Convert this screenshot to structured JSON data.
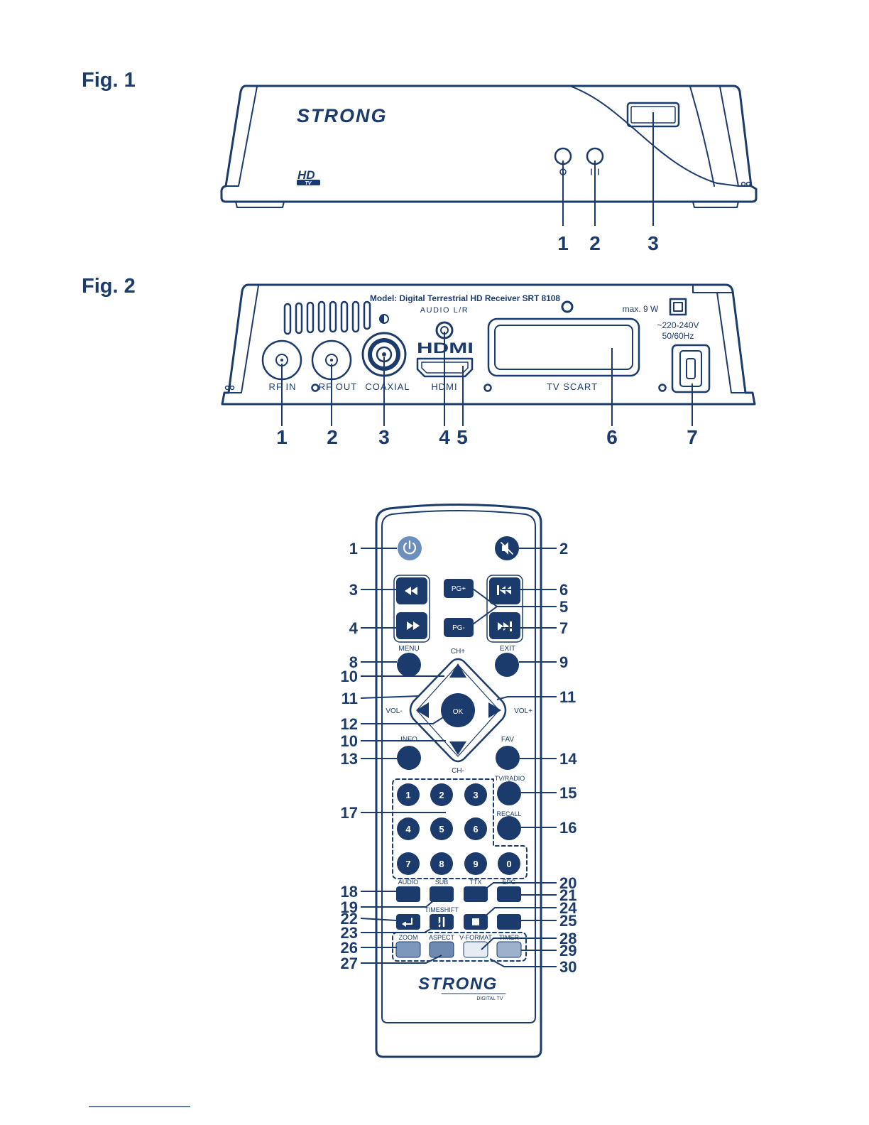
{
  "fig1": {
    "title": "Fig. 1",
    "brand_logo": "STRONG",
    "hd_logo": "HD",
    "hd_logo_sub": "TV",
    "callouts": [
      "1",
      "2",
      "3"
    ]
  },
  "fig2": {
    "title": "Fig. 2",
    "model": "Model: Digital Terrestrial HD Receiver SRT 8108",
    "audio_label": "AUDIO L/R",
    "power_rating": "max. 9 W",
    "voltage": "~220-240V",
    "frequency": "50/60Hz",
    "hdmi_logo": "HDMI",
    "ports": {
      "rf_in": "RF IN",
      "rf_out": "RF OUT",
      "coaxial": "COAXIAL",
      "hdmi": "HDMI",
      "tv_scart": "TV SCART"
    },
    "callouts": [
      "1",
      "2",
      "3",
      "4",
      "5",
      "6",
      "7"
    ]
  },
  "remote": {
    "buttons": {
      "pg_plus": "PG+",
      "pg_minus": "PG-",
      "menu": "MENU",
      "exit": "EXIT",
      "ch_plus": "CH+",
      "ch_minus": "CH-",
      "vol_minus": "VOL-",
      "vol_plus": "VOL+",
      "ok": "OK",
      "info": "INFO",
      "fav": "FAV",
      "tv_radio": "TV/RADIO",
      "recall": "RECALL",
      "audio": "AUDIO",
      "sub": "SUB",
      "ttx": "TTX",
      "epg": "EPG",
      "timeshift": "TIMESHIFT",
      "zoom": "ZOOM",
      "aspect": "ASPECT",
      "v_format": "V-FORMAT",
      "timer": "TIMER"
    },
    "digits": [
      "1",
      "2",
      "3",
      "4",
      "5",
      "6",
      "7",
      "8",
      "9",
      "0"
    ],
    "brand_logo": "STRONG",
    "brand_sub": "DIGITAL TV",
    "callouts_left": [
      "1",
      "3",
      "4",
      "8",
      "10",
      "11",
      "12",
      "10",
      "13",
      "17",
      "18",
      "19",
      "22",
      "23",
      "26",
      "27"
    ],
    "callouts_right": [
      "2",
      "6",
      "5",
      "7",
      "9",
      "11",
      "14",
      "15",
      "16",
      "20",
      "21",
      "24",
      "25",
      "28",
      "29",
      "30"
    ]
  },
  "colors": {
    "ink": "#1b3b6c",
    "power_button": "#6d8fbe",
    "zoom_button": "#7d96bb",
    "aspect_button": "#6f8ab0",
    "v_format_button": "#e6ecf3",
    "timer_button": "#9db1cd"
  }
}
